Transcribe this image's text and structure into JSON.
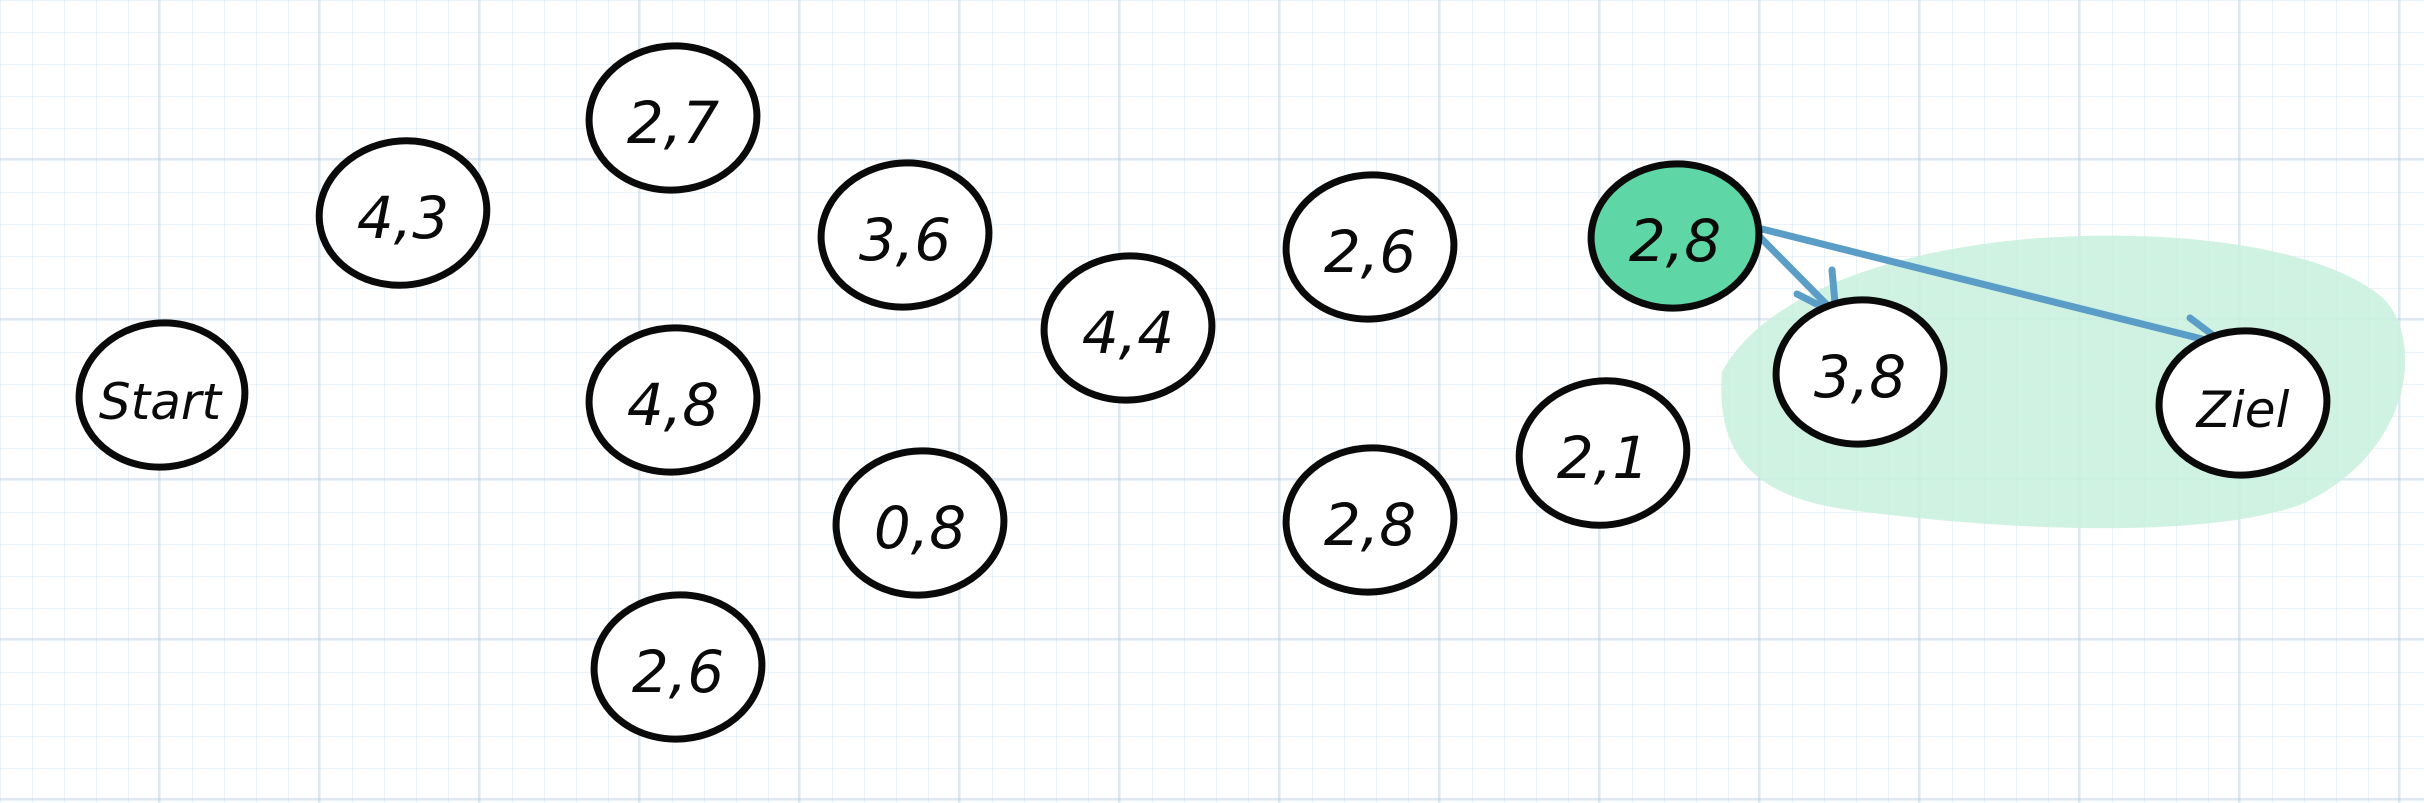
{
  "diagram": {
    "colors": {
      "node_stroke": "#0a0a0a",
      "node_fill": "#ffffff",
      "highlight_fill": "#5fd6a6",
      "region_fill": "#c8f0dd",
      "arrow": "#5a9dc6",
      "grid": "#c3d8ea"
    },
    "nodes": {
      "start": {
        "label": "Start"
      },
      "n43": {
        "label": "4,3"
      },
      "n27": {
        "label": "2,7"
      },
      "n48": {
        "label": "4,8"
      },
      "n26a": {
        "label": "2,6"
      },
      "n36": {
        "label": "3,6"
      },
      "n08": {
        "label": "0,8"
      },
      "n44": {
        "label": "4,4"
      },
      "n26b": {
        "label": "2,6"
      },
      "n28b": {
        "label": "2,8"
      },
      "n28a": {
        "label": "2,8",
        "highlighted": true
      },
      "n21": {
        "label": "2,1"
      },
      "n38": {
        "label": "3,8"
      },
      "ziel": {
        "label": "Ziel"
      }
    },
    "edges": [
      {
        "from": "2,8",
        "to": "3,8"
      },
      {
        "from": "2,8",
        "to": "Ziel"
      }
    ]
  }
}
